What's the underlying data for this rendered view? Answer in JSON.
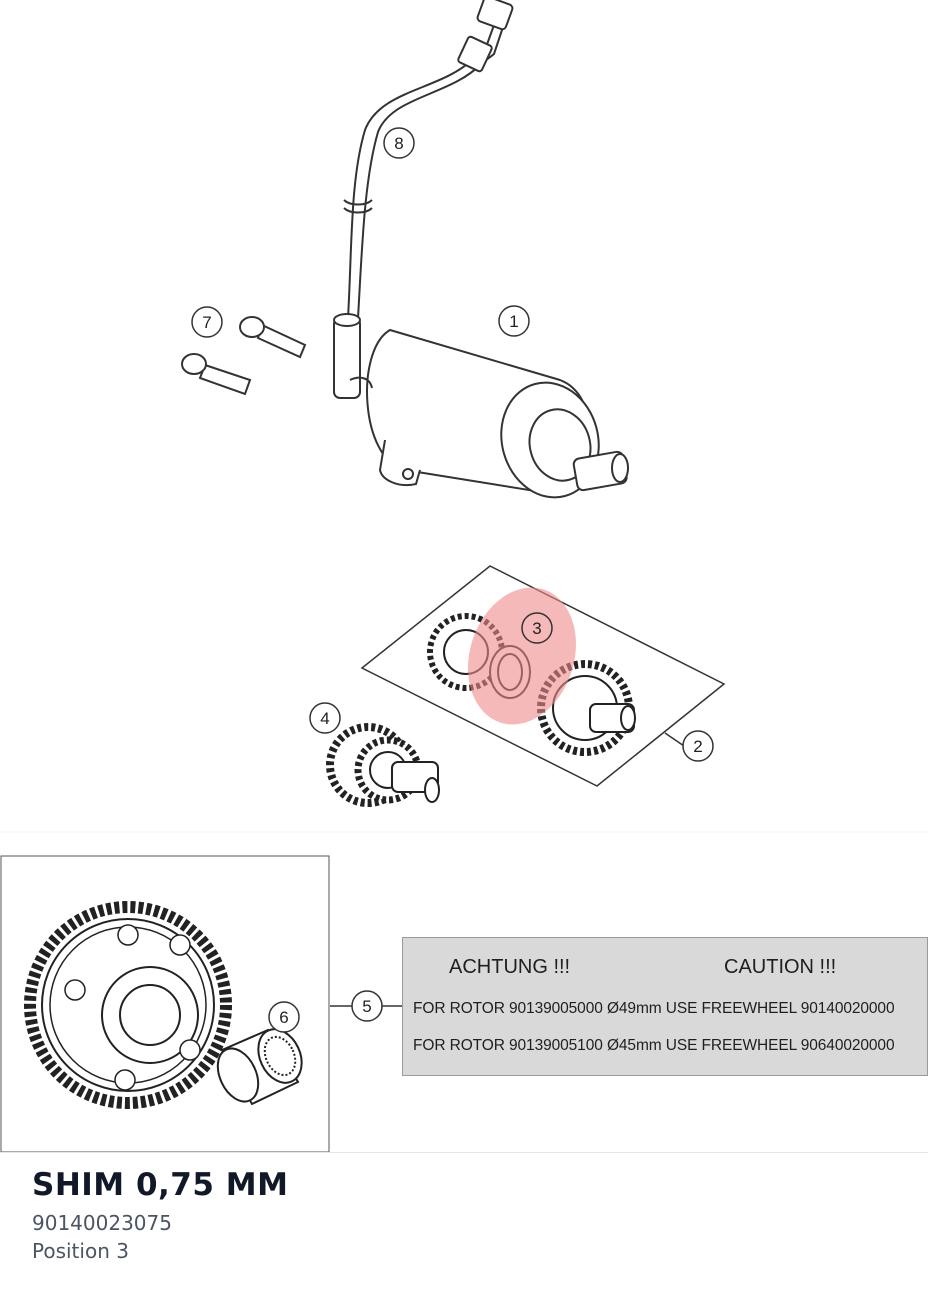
{
  "diagram": {
    "callouts": [
      "1",
      "2",
      "3",
      "4",
      "5",
      "6",
      "7",
      "8"
    ],
    "highlight_color": "#f08a8a",
    "line_color": "#333333"
  },
  "caution": {
    "heading_de": "ACHTUNG !!!",
    "heading_en": "CAUTION !!!",
    "line1": "FOR ROTOR 90139005000 Ø49mm USE FREEWHEEL 90140020000",
    "line2": "FOR ROTOR 90139005100 Ø45mm USE FREEWHEEL 90640020000"
  },
  "part": {
    "name": "SHIM 0,75 MM",
    "number": "90140023075",
    "position": "Position 3"
  }
}
